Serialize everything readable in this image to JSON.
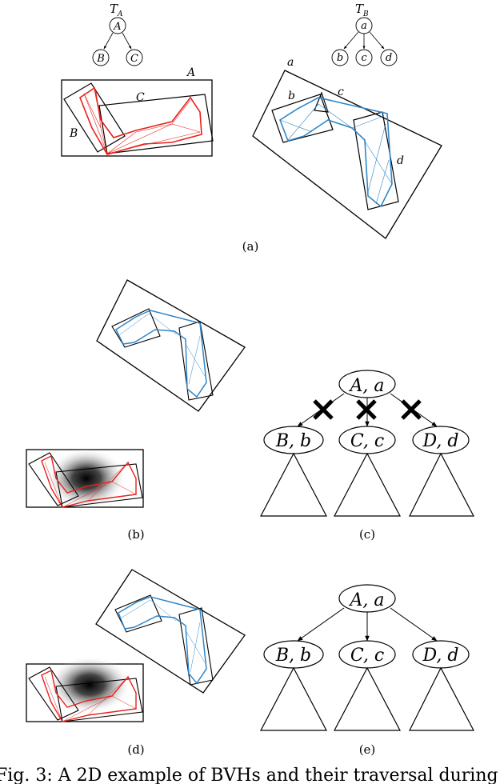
{
  "figure": {
    "panel_a": {
      "tree_a": {
        "root_label": "T",
        "root_sub": "A",
        "node_root": "A",
        "children": [
          "B",
          "C"
        ]
      },
      "tree_b": {
        "root_label": "T",
        "root_sub": "B",
        "node_root": "a",
        "children": [
          "b",
          "c",
          "d"
        ]
      },
      "red_box_labels": {
        "big": "A",
        "left": "B",
        "right": "C"
      },
      "blue_box_labels": {
        "big": "a",
        "left": "b",
        "mid": "c",
        "right": "d"
      },
      "caption": "(a)"
    },
    "panel_b": {
      "caption": "(b)"
    },
    "panel_c": {
      "root": "A, a",
      "children": [
        "B, b",
        "C, c",
        "D, d"
      ],
      "crossed": true,
      "caption": "(c)"
    },
    "panel_d": {
      "caption": "(d)"
    },
    "panel_e": {
      "root": "A, a",
      "children": [
        "B, b",
        "C, c",
        "D, d"
      ],
      "caption": "(e)"
    },
    "colors": {
      "red": "#e8211c",
      "blue": "#2f86c8",
      "line": "#000000"
    }
  },
  "caption_text": "Fig. 3: A 2D example of BVHs and their traversal during"
}
